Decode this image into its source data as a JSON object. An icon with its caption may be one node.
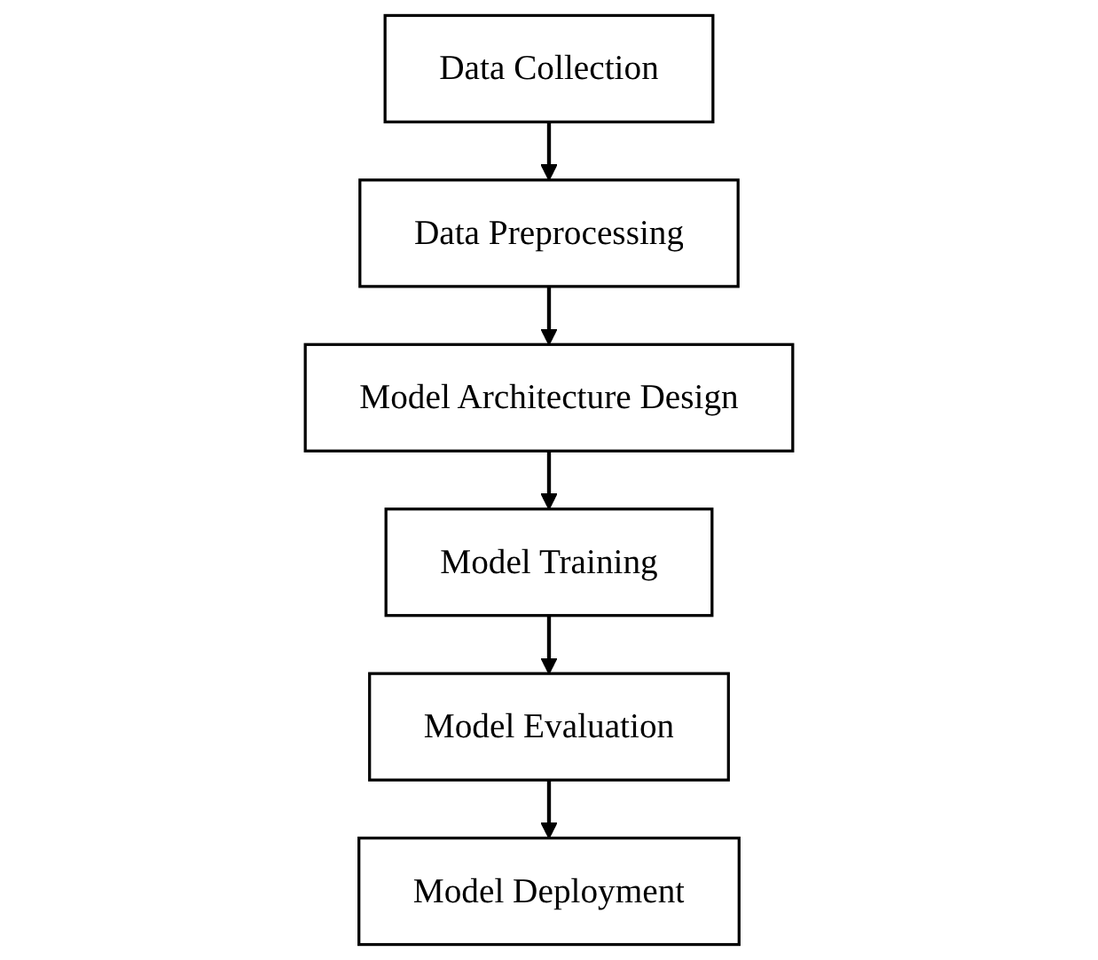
{
  "diagram": {
    "nodes": [
      {
        "text": [
          "Data Collection"
        ]
      },
      {
        "text": [
          "Data Preprocessing"
        ]
      },
      {
        "text": [
          "Model Architecture Design"
        ]
      },
      {
        "text": [
          "Model Training"
        ]
      },
      {
        "text": [
          "Model Evaluation"
        ]
      },
      {
        "text": [
          "Model Deployment"
        ]
      }
    ],
    "edges": [
      {
        "from": 0,
        "to": 1,
        "arrow": "to"
      },
      {
        "from": 1,
        "to": 2,
        "arrow": "to"
      },
      {
        "from": 2,
        "to": 3,
        "arrow": "to"
      },
      {
        "from": 3,
        "to": 4,
        "arrow": "to"
      },
      {
        "from": 4,
        "to": 5,
        "arrow": "to"
      }
    ]
  }
}
